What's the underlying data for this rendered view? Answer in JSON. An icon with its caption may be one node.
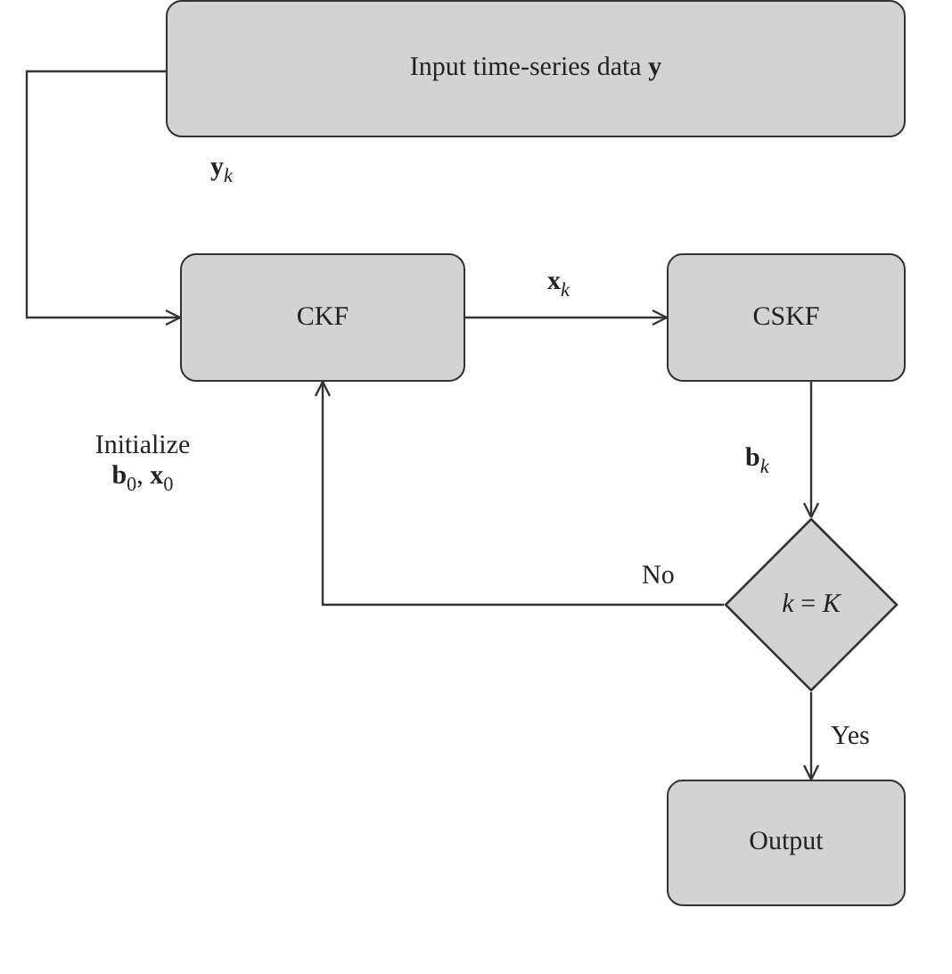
{
  "diagram": {
    "nodes": [
      {
        "text": [
          "Input time-series data **y**"
        ]
      },
      {
        "text": [
          "CKF"
        ]
      },
      {
        "text": [
          "CSKF"
        ]
      },
      {
        "text": [
          "*k* = *K*"
        ]
      },
      {
        "text": [
          "Output"
        ]
      }
    ],
    "edges": [
      {
        "from": 0,
        "to": 1,
        "arrow": "to",
        "label": "**y**$_{k}$"
      },
      {
        "from": 1,
        "to": 2,
        "arrow": "to",
        "label": "**x**$_{k}$"
      },
      {
        "from": 2,
        "to": 3,
        "arrow": "to",
        "label": "**b**$_{k}$"
      },
      {
        "from": 3,
        "to": 1,
        "arrow": "to",
        "label": "No"
      },
      {
        "from": 3,
        "to": 4,
        "arrow": "to",
        "label": "Yes"
      }
    ],
    "labels": [
      "Initialize **b**$_{0}$, **x**$_{0}$"
    ]
  }
}
